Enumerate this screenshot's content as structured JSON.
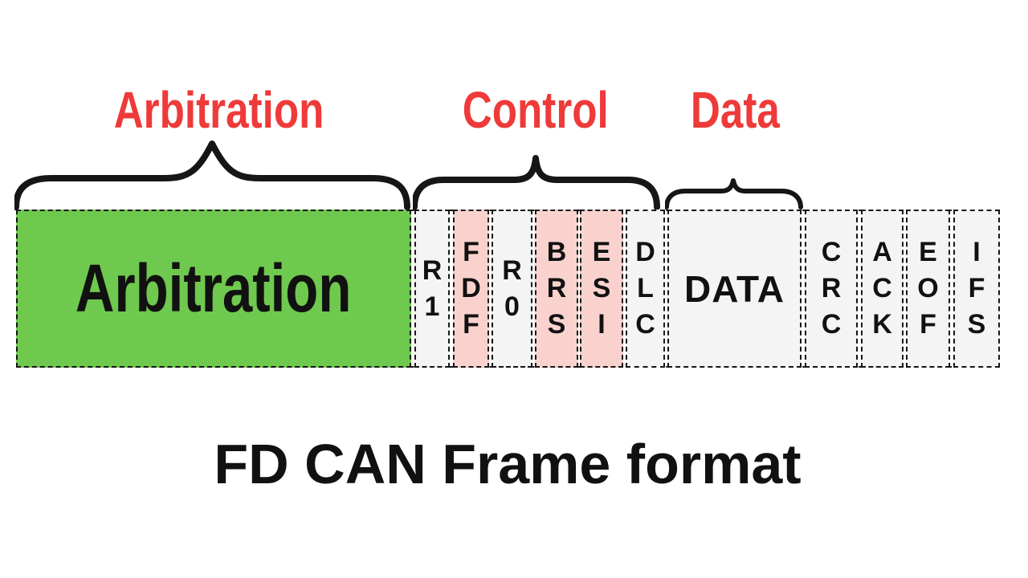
{
  "diagram_title": "FD CAN Frame format",
  "group_labels": [
    {
      "id": "arbitration",
      "label": "Arbitration"
    },
    {
      "id": "control",
      "label": "Control"
    },
    {
      "id": "data",
      "label": "Data"
    }
  ],
  "frame": {
    "boxes": [
      {
        "id": "arbitration",
        "label": "Arbitration",
        "fill": "green"
      },
      {
        "id": "r1",
        "label": "R\n1",
        "fill": "grey"
      },
      {
        "id": "fdf",
        "label": "F\nD\nF",
        "fill": "pink"
      },
      {
        "id": "r0",
        "label": "R\n0",
        "fill": "grey"
      },
      {
        "id": "brs",
        "label": "B\nR\nS",
        "fill": "pink"
      },
      {
        "id": "esi",
        "label": "E\nS\nI",
        "fill": "pink"
      },
      {
        "id": "dlc",
        "label": "D\nL\nC",
        "fill": "grey"
      },
      {
        "id": "data",
        "label": "DATA",
        "fill": "grey"
      },
      {
        "id": "crc",
        "label": "C\nR\nC",
        "fill": "grey"
      },
      {
        "id": "ack",
        "label": "A\nC\nK",
        "fill": "grey"
      },
      {
        "id": "eof",
        "label": "E\nO\nF",
        "fill": "grey"
      },
      {
        "id": "ifs",
        "label": "I\nF\nS",
        "fill": "grey"
      }
    ]
  },
  "colors": {
    "arbitration_green": "#6fc94e",
    "highlight_pink": "#f9d2ce",
    "field_grey": "#f4f4f4",
    "label_red": "#ee3a39",
    "line_black": "#161616"
  }
}
